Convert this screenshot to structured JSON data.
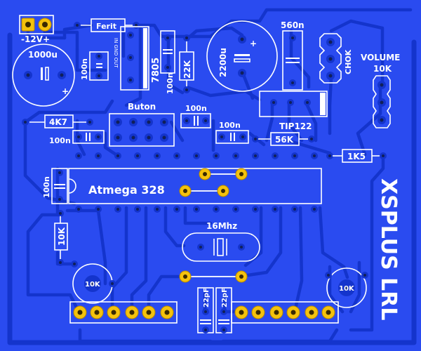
{
  "board": {
    "background_color": "#2a4bf0",
    "trace_color": "#1434cc",
    "silkscreen_color": "#ffffff",
    "pad_gold_color": "#f4c20d",
    "brand": "XSPLUS LRL"
  },
  "labels": {
    "power": "-12V+",
    "cap_1000u": "1000u",
    "cap_100n_left": "100n",
    "ferrite": "Ferit",
    "regulator": "7805",
    "reg_pins": "IN GND OUT",
    "cap_100n_reg": "100n",
    "res_22k": "22K",
    "cap_2200u": "2200u",
    "cap_560n": "560n",
    "choke": "CHOK",
    "volume": "VOLUME",
    "volume_value": "10K",
    "res_4k7": "4K7",
    "buton": "Buton",
    "cap_100n_buton": "100n",
    "cap_100n_top": "100n",
    "cap_100n_mid": "100n",
    "transistor": "TIP122",
    "res_56k": "56K",
    "res_1k5": "1K5",
    "cap_100n_mcu": "100n",
    "mcu": "Atmega 328",
    "res_10k": "10K",
    "crystal": "16Mhz",
    "pot_left": "10K",
    "pot_right": "10K",
    "cap_22pf_a": "22pF",
    "cap_22pf_b": "22pF"
  }
}
